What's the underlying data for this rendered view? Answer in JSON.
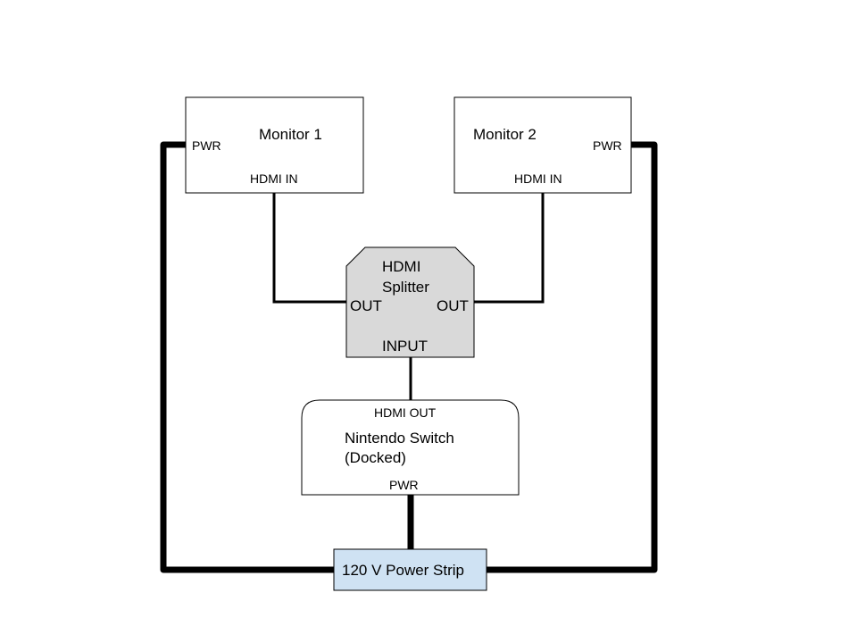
{
  "diagram": {
    "monitor1": {
      "title": "Monitor 1",
      "pwr_label": "PWR",
      "hdmi_in_label": "HDMI IN"
    },
    "monitor2": {
      "title": "Monitor 2",
      "pwr_label": "PWR",
      "hdmi_in_label": "HDMI IN"
    },
    "splitter": {
      "title_line1": "HDMI",
      "title_line2": "Splitter",
      "out_left_label": "OUT",
      "out_right_label": "OUT",
      "input_label": "INPUT"
    },
    "switch": {
      "hdmi_out_label": "HDMI OUT",
      "title_line1": "Nintendo Switch",
      "title_line2": "(Docked)",
      "pwr_label": "PWR"
    },
    "power_strip": {
      "label": "120 V Power Strip"
    },
    "colors": {
      "splitter_fill": "#d9d9d9",
      "power_strip_fill": "#cfe2f3",
      "box_stroke": "#000000",
      "background": "#ffffff"
    }
  }
}
